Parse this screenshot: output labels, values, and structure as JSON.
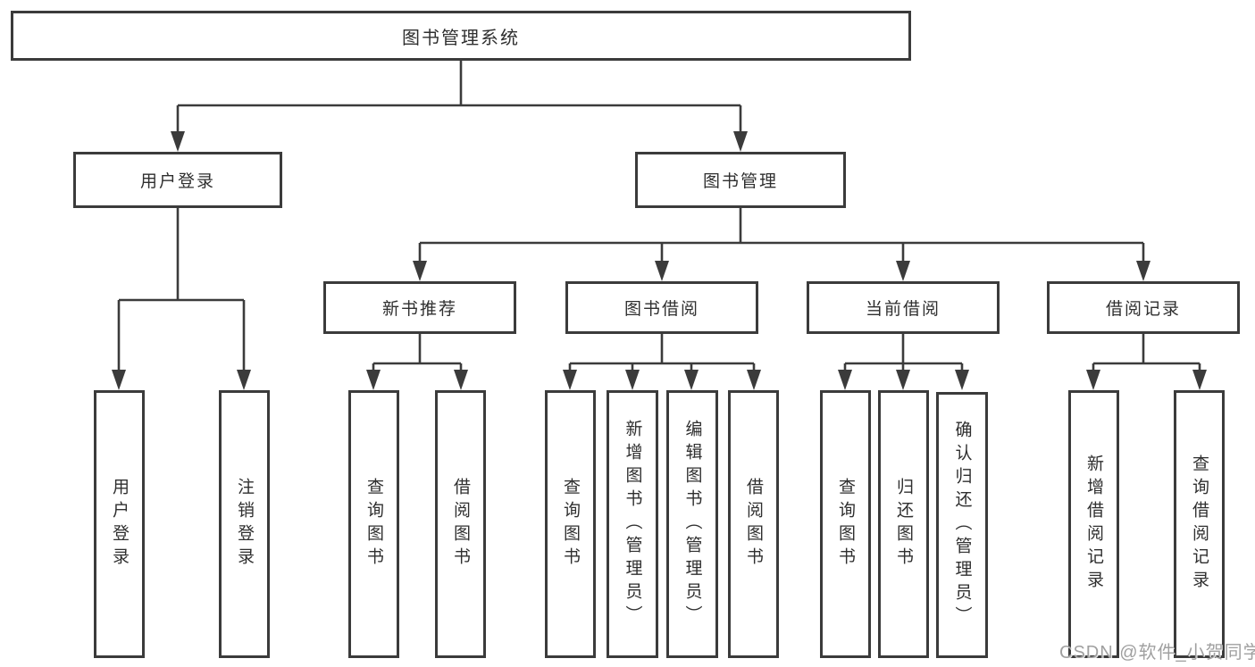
{
  "diagram_title": "图书管理系统",
  "colors": {
    "line": "#3b3b3b",
    "text": "#2f2f2f",
    "bg": "#ffffff",
    "watermark": "#a0a0a0"
  },
  "nodes": {
    "root": "图书管理系统",
    "l2": [
      "用户登录",
      "图书管理"
    ],
    "l3": [
      "新书推荐",
      "图书借阅",
      "当前借阅",
      "借阅记录"
    ],
    "leaves": {
      "user_login": [
        "用户登录",
        "注销登录"
      ],
      "new_book": [
        "查询图书",
        "借阅图书"
      ],
      "borrow": [
        "查询图书",
        "新增图书（管理员）",
        "编辑图书（管理员）",
        "借阅图书"
      ],
      "current": [
        "查询图书",
        "归还图书",
        "确认归还（管理员）"
      ],
      "records": [
        "新增借阅记录",
        "查询借阅记录"
      ]
    }
  },
  "watermark": "CSDN @软件_小贺同学"
}
